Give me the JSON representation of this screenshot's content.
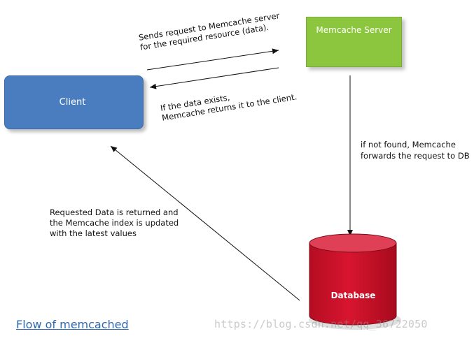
{
  "nodes": {
    "client": "Client",
    "memcache_server": "Memcache Server",
    "database": "Database"
  },
  "edges": {
    "request": [
      "Sends request to Memcache server",
      "for the required resource (data)."
    ],
    "return": [
      "If the data exists,",
      "Memcache returns it to the client."
    ],
    "forward": [
      "if not found, Memcache",
      "forwards the request to DB"
    ],
    "data_returned": [
      "Requested Data is returned and",
      "the Memcache index is updated",
      "with the latest values"
    ]
  },
  "title": "Flow of memcached",
  "watermark": "https://blog.csdn.net/qq_36722050",
  "colors": {
    "client": "#4a7dbf",
    "memcache_server": "#8cc63f",
    "database": "#d0122b",
    "title": "#2e68b0"
  }
}
